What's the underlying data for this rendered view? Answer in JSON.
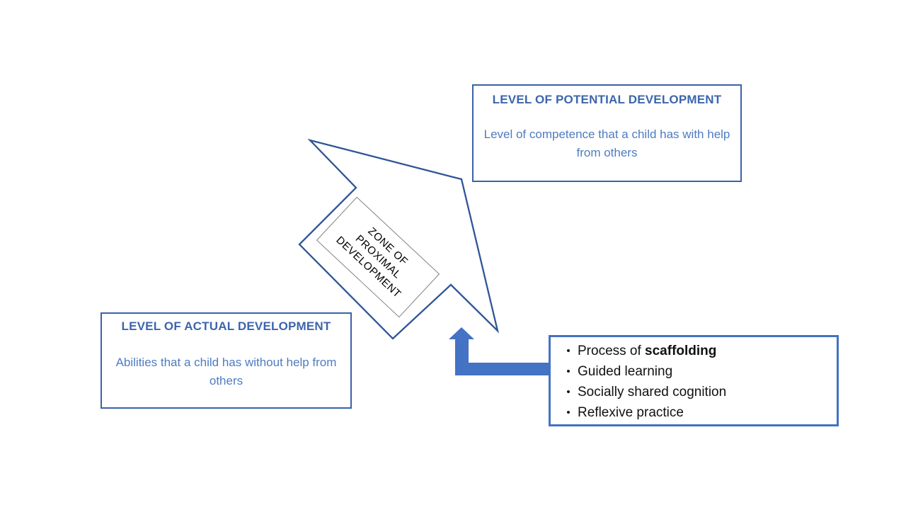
{
  "slide": {
    "potential_box": {
      "heading": "LEVEL OF POTENTIAL DEVELOPMENT",
      "body": "Level of competence that a child has with help from others"
    },
    "actual_box": {
      "heading": "LEVEL OF ACTUAL DEVELOPMENT",
      "body": "Abilities that a child has without help from others"
    },
    "zpd_label": {
      "line1": "ZONE OF",
      "line2": "PROXIMAL",
      "line3": "DEVELOPMENT"
    },
    "scaffolding_box": {
      "bullet_char": "•",
      "items": [
        {
          "prefix": "Process of ",
          "bold": "scaffolding"
        },
        {
          "prefix": "Guided learning",
          "bold": ""
        },
        {
          "prefix": "Socially shared cognition",
          "bold": ""
        },
        {
          "prefix": "Reflexive practice",
          "bold": ""
        }
      ]
    },
    "colors": {
      "box_border": "#3A62A8",
      "heading_text": "#3D65AC",
      "body_text": "#4E7CC0",
      "bullets_border": "#4472C4",
      "bullets_text": "#111111",
      "big_arrow_outline": "#2F5597",
      "big_arrow_fill": "#FFFFFF",
      "elbow_arrow_fill": "#4472C4",
      "label_border": "#808080",
      "label_text": "#000000",
      "background": "#FFFFFF"
    }
  }
}
